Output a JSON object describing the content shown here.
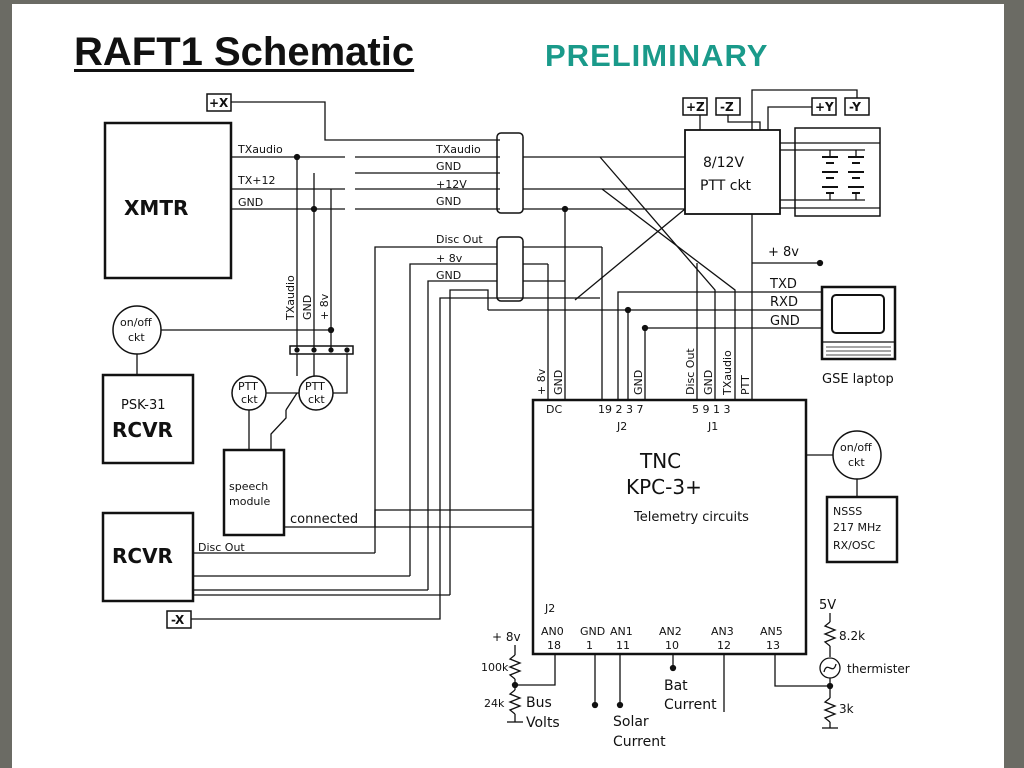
{
  "title": "RAFT1 Schematic",
  "status_label": "PRELIMINARY",
  "blocks": {
    "xmtr": "XMTR",
    "psk31_top": "PSK-31",
    "psk31_bottom": "RCVR",
    "rcvr": "RCVR",
    "speech_module_line1": "speech",
    "speech_module_line2": "module",
    "tnc_line1": "TNC",
    "tnc_line2": "KPC-3+",
    "tnc_line3": "Telemetry circuits",
    "ptt_line1": "8/12V",
    "ptt_line2": "PTT ckt",
    "nsss_line1": "NSSS",
    "nsss_line2": "217 MHz",
    "nsss_line3": "RX/OSC",
    "gse_laptop": "GSE laptop",
    "onoff_line1": "on/off",
    "onoff_line2": "ckt",
    "pttckt_line1": "PTT",
    "pttckt_line2": "ckt"
  },
  "connectors": {
    "plus_x": "+X",
    "minus_x": "-X",
    "plus_z": "+Z",
    "minus_z": "-Z",
    "plus_y": "+Y",
    "minus_y": "-Y"
  },
  "signals": {
    "txaudio": "TXaudio",
    "tx12": "TX+12",
    "gnd": "GND",
    "plus12v": "+12V",
    "disc_out": "Disc Out",
    "plus8v": "+ 8v",
    "txd": "TXD",
    "rxd": "RXD",
    "connected": "connected",
    "ptt": "PTT",
    "dc": "DC",
    "v8_vertical": "+ 8v",
    "txaudio_vertical": "TXaudio",
    "disc_out_vertical": "Disc Out",
    "plus8v_rot": "+ 8v"
  },
  "tnc_pins": {
    "j2_top": "19 2  3  7",
    "j2_label": "J2",
    "j1_top": "5  9  1  3",
    "j1_label": "J1",
    "j2_bottom_label": "J2",
    "analog": [
      {
        "name": "AN0",
        "pin": "18"
      },
      {
        "name": "GND",
        "pin": "1"
      },
      {
        "name": "AN1",
        "pin": "11"
      },
      {
        "name": "AN2",
        "pin": "10"
      },
      {
        "name": "AN3",
        "pin": "12"
      },
      {
        "name": "AN5",
        "pin": "13"
      }
    ]
  },
  "sensors": {
    "plus8v": "+ 8v",
    "r100k": "100k",
    "r24k": "24k",
    "bus_line1": "Bus",
    "bus_line2": "Volts",
    "solar_line1": "Solar",
    "solar_line2": "Current",
    "bat_line1": "Bat",
    "bat_line2": "Current",
    "v5": "5V",
    "r82k": "8.2k",
    "thermister": "thermister",
    "r3k": "3k"
  },
  "colors": {
    "status_label": "#1a9a8a",
    "ink": "#111111",
    "background": "#6b6b64"
  }
}
